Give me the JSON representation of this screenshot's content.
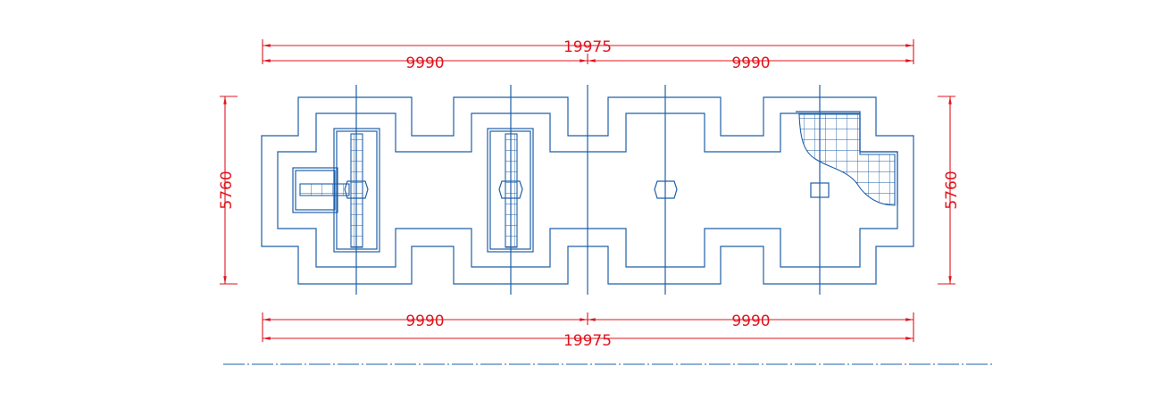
{
  "drawing": {
    "dimensions": {
      "top_total": "19975",
      "top_left": "9990",
      "top_right": "9990",
      "bottom_left": "9990",
      "bottom_right": "9990",
      "bottom_total": "19975",
      "left_height": "5760",
      "right_height": "5760"
    },
    "colors": {
      "dimension": "#e0141e",
      "plan": "#1f5fa8",
      "background": "#ffffff"
    }
  }
}
